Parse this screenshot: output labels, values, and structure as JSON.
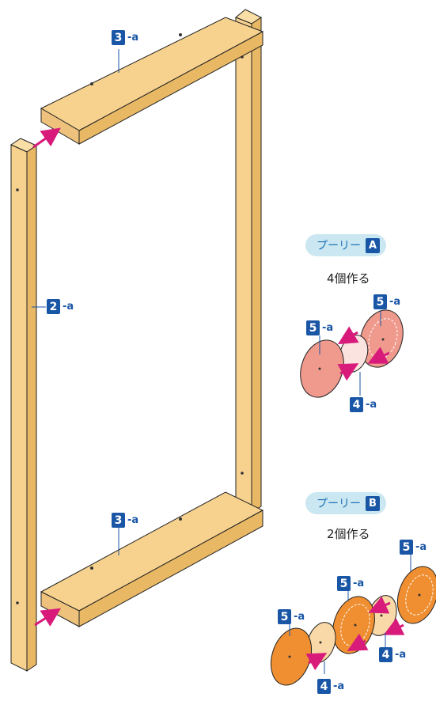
{
  "labels": {
    "part3_top": {
      "num": "3",
      "suffix": "-a"
    },
    "part2": {
      "num": "2",
      "suffix": "-a"
    },
    "part3_bottom": {
      "num": "3",
      "suffix": "-a"
    },
    "pulleyA_top5": {
      "num": "5",
      "suffix": "-a"
    },
    "pulleyA_left5": {
      "num": "5",
      "suffix": "-a"
    },
    "pulleyA_4": {
      "num": "4",
      "suffix": "-a"
    },
    "pulleyB_top5": {
      "num": "5",
      "suffix": "-a"
    },
    "pulleyB_mid5": {
      "num": "5",
      "suffix": "-a"
    },
    "pulleyB_left5": {
      "num": "5",
      "suffix": "-a"
    },
    "pulleyB_4a": {
      "num": "4",
      "suffix": "-a"
    },
    "pulleyB_4b": {
      "num": "4",
      "suffix": "-a"
    }
  },
  "pulley_a": {
    "label": "プーリー",
    "letter": "A",
    "note": "4個作る"
  },
  "pulley_b": {
    "label": "プーリー",
    "letter": "B",
    "note": "2個作る"
  },
  "colors": {
    "wood": "#f7d28f",
    "wood_dark": "#e8b865",
    "arrow": "#d81b7b",
    "badge": "#1a56a6",
    "pulley_a_disc": "#ef9a8c",
    "pulley_a_hub": "#fbe3e0",
    "pulley_b_disc": "#f08f32",
    "pulley_b_hub": "#f9d9a8",
    "pill": "#cbe7f2"
  },
  "icons": [
    "assembly-arrow-icon",
    "screw-hole-icon"
  ]
}
